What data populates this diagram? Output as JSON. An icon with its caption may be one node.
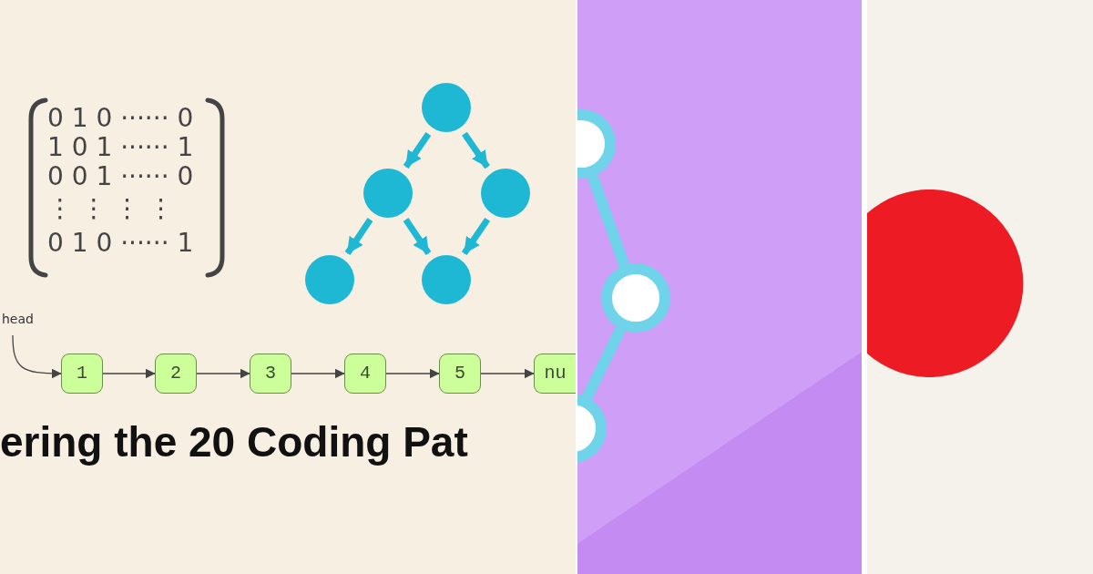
{
  "diagram": {
    "title": "ering the 20 Coding Pat",
    "nodes": [
      {
        "text": [],
        "shape": "circle"
      },
      {
        "text": [],
        "shape": "circle"
      },
      {
        "text": [],
        "shape": "circle"
      },
      {
        "text": [],
        "shape": "circle"
      },
      {
        "text": [],
        "shape": "circle"
      },
      {
        "text": [
          "head"
        ]
      },
      {
        "text": [
          "1"
        ]
      },
      {
        "text": [
          "2"
        ]
      },
      {
        "text": [
          "3"
        ]
      },
      {
        "text": [
          "4"
        ]
      },
      {
        "text": [
          "5"
        ]
      },
      {
        "text": [
          "nu"
        ]
      },
      {
        "text": [],
        "shape": "circle"
      },
      {
        "text": [],
        "shape": "circle"
      },
      {
        "text": [],
        "shape": "circle"
      }
    ],
    "edges": [
      {
        "from": 0,
        "to": 1,
        "arrow": "to",
        "color": "#1fb8d4"
      },
      {
        "from": 0,
        "to": 2,
        "arrow": "to",
        "color": "#1fb8d4"
      },
      {
        "from": 1,
        "to": 3,
        "arrow": "to",
        "color": "#1fb8d4"
      },
      {
        "from": 1,
        "to": 4,
        "arrow": "to",
        "color": "#1fb8d4"
      },
      {
        "from": 2,
        "to": 4,
        "arrow": "to",
        "color": "#1fb8d4"
      },
      {
        "from": 5,
        "to": 6,
        "arrow": "to"
      },
      {
        "from": 6,
        "to": 7,
        "arrow": "to"
      },
      {
        "from": 7,
        "to": 8,
        "arrow": "to"
      },
      {
        "from": 8,
        "to": 9,
        "arrow": "to"
      },
      {
        "from": 9,
        "to": 10,
        "arrow": "to"
      },
      {
        "from": 10,
        "to": 11,
        "arrow": "to"
      },
      {
        "from": 12,
        "to": 13,
        "arrow": "none",
        "color": "#6fd3ea"
      },
      {
        "from": 13,
        "to": 14,
        "arrow": "none",
        "color": "#6fd3ea"
      }
    ],
    "labels": [
      "0 1 0 ······ 0",
      "1 0 1 ······ 1",
      "0 0 1 ······ 0",
      "⋮ ⋮ ⋮ ⋮",
      "0 1 0 ······ 1"
    ]
  }
}
